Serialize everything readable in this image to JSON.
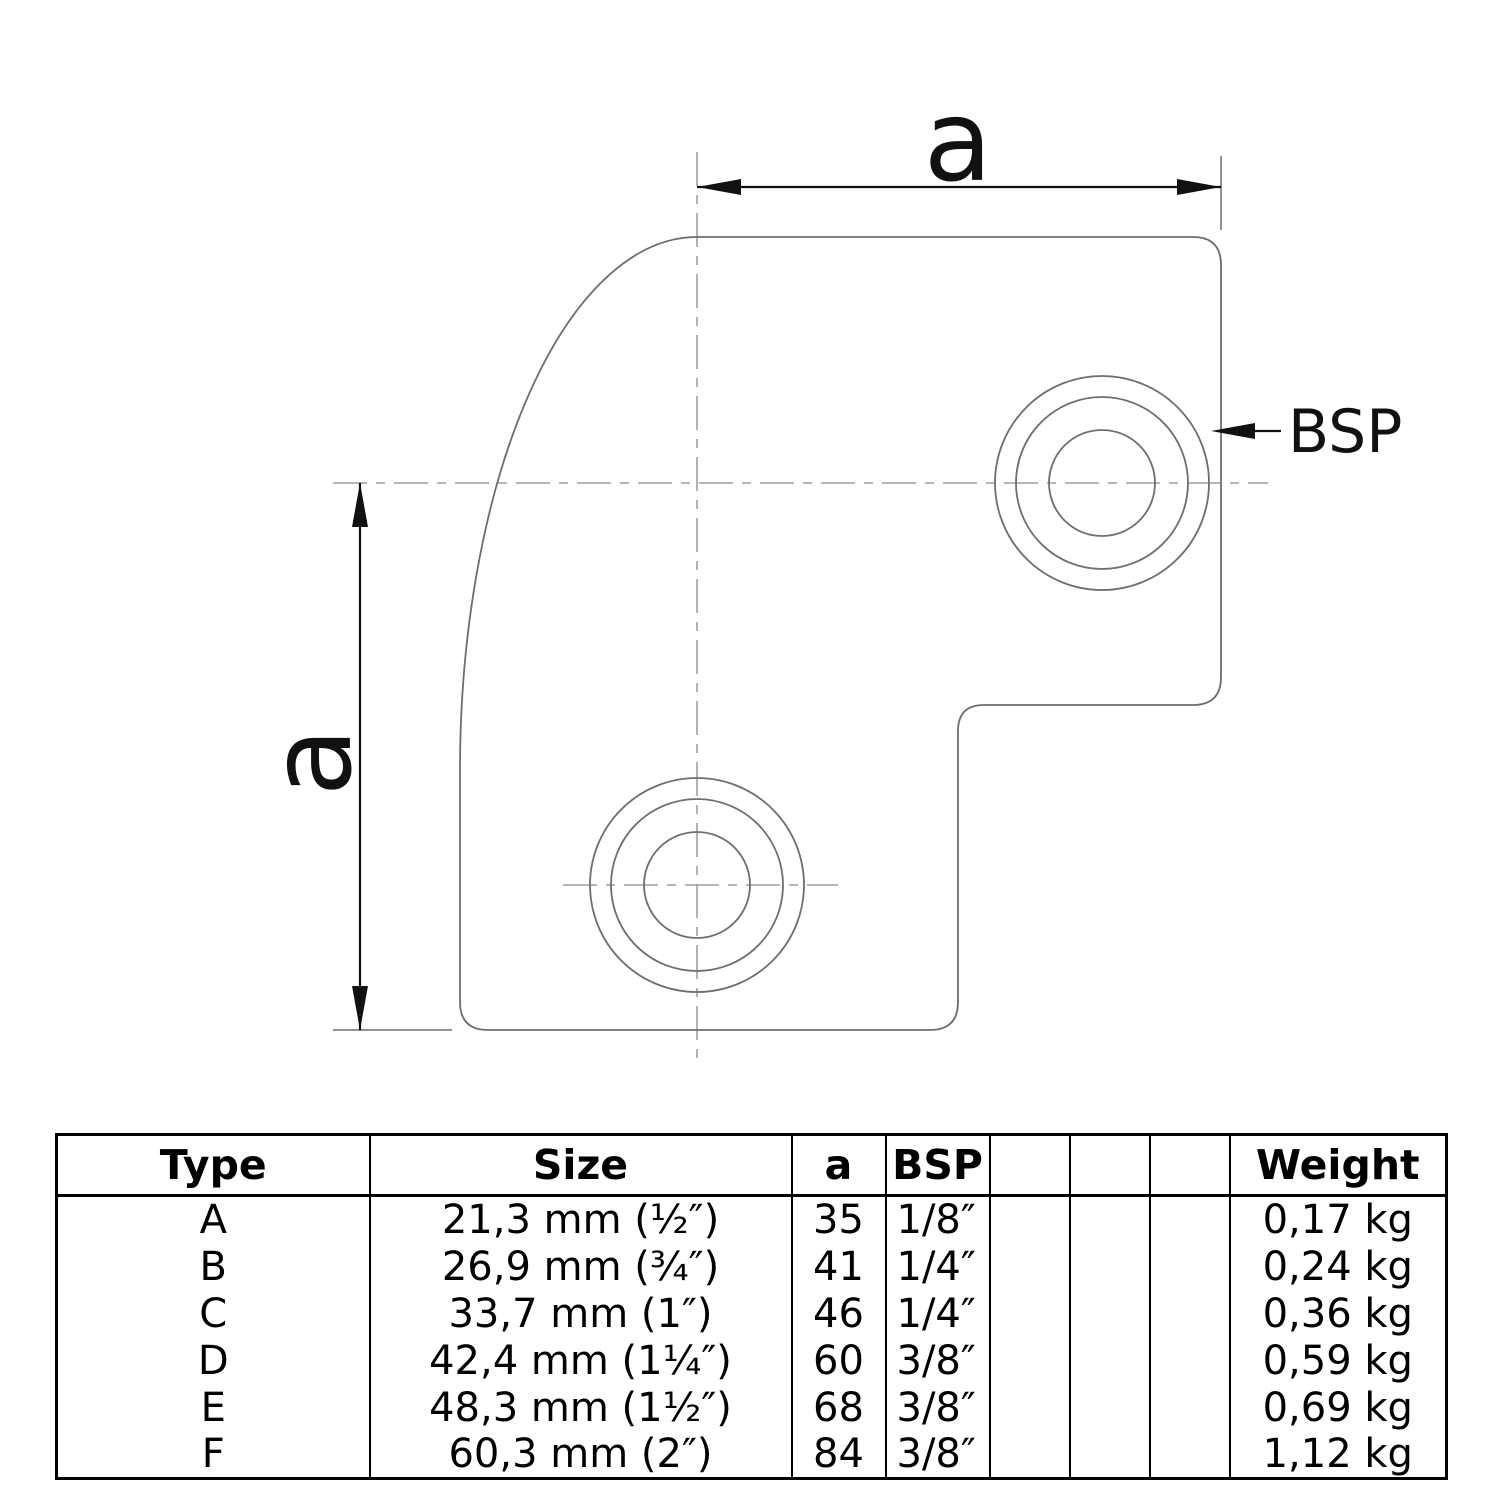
{
  "page": {
    "background": "#ffffff",
    "ink": "#000000",
    "outline_gray": "#6e6e6e",
    "centerline_gray": "#9e9e9e"
  },
  "drawing": {
    "dim_label_horizontal": "a",
    "dim_label_vertical": "a",
    "bsp_label": "BSP"
  },
  "table": {
    "headers": [
      "Type",
      "Size",
      "a",
      "BSP",
      "",
      "",
      "",
      "Weight"
    ],
    "rows": [
      [
        "A",
        "21,3 mm (½″)",
        "35",
        "1/8″",
        "",
        "",
        "",
        "0,17 kg"
      ],
      [
        "B",
        "26,9 mm (¾″)",
        "41",
        "1/4″",
        "",
        "",
        "",
        "0,24 kg"
      ],
      [
        "C",
        "33,7 mm (1″)",
        "46",
        "1/4″",
        "",
        "",
        "",
        "0,36 kg"
      ],
      [
        "D",
        "42,4 mm (1¼″)",
        "60",
        "3/8″",
        "",
        "",
        "",
        "0,59 kg"
      ],
      [
        "E",
        "48,3 mm (1½″)",
        "68",
        "3/8″",
        "",
        "",
        "",
        "0,69 kg"
      ],
      [
        "F",
        "60,3 mm (2″)",
        "84",
        "3/8″",
        "",
        "",
        "",
        "1,12 kg"
      ]
    ]
  }
}
